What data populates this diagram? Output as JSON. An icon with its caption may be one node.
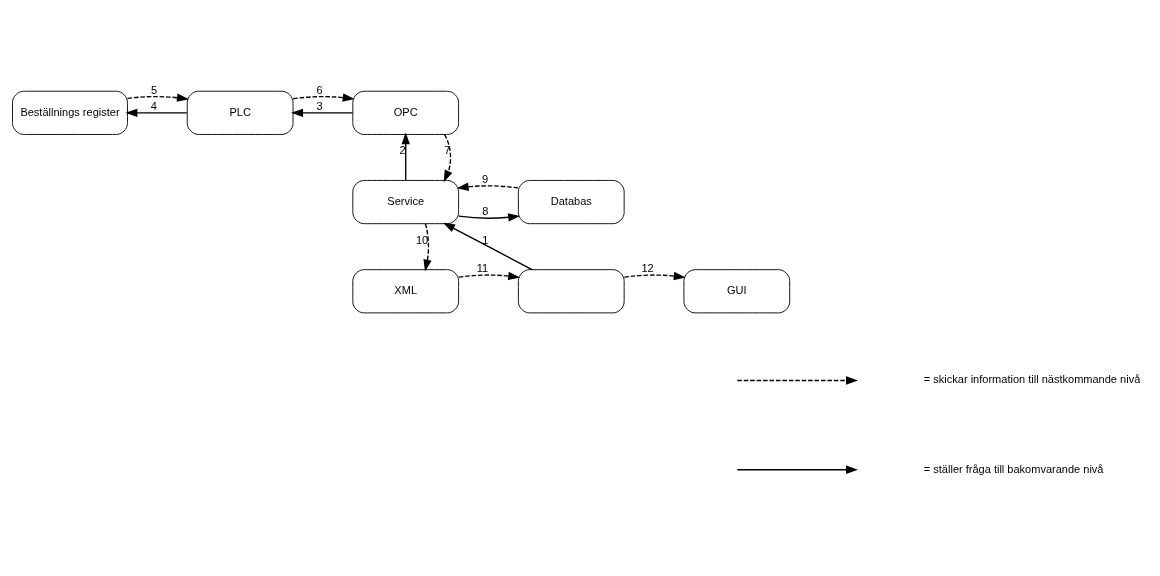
{
  "diagram": {
    "nodes": [
      {
        "text": [
          "Beställnings register"
        ]
      },
      {
        "text": [
          "PLC"
        ]
      },
      {
        "text": [
          "OPC"
        ]
      },
      {
        "text": [
          "Service"
        ]
      },
      {
        "text": [
          "Databas"
        ]
      },
      {
        "text": [
          "GUI"
        ]
      },
      {
        "text": [],
        "shape": "box"
      },
      {
        "text": [
          "XML"
        ]
      }
    ],
    "edges": [
      {
        "from": 6,
        "to": 3,
        "arrow": "to",
        "label": "1"
      },
      {
        "from": 3,
        "to": 2,
        "arrow": "to",
        "label": "2"
      },
      {
        "from": 2,
        "to": 1,
        "arrow": "to",
        "label": "3"
      },
      {
        "from": 1,
        "to": 0,
        "arrow": "to",
        "label": "4"
      },
      {
        "from": 0,
        "to": 1,
        "arrow": "to",
        "label": "5",
        "style": "dashed"
      },
      {
        "from": 1,
        "to": 2,
        "arrow": "to",
        "label": "6",
        "style": "dashed"
      },
      {
        "from": 2,
        "to": 3,
        "arrow": "to",
        "label": "7",
        "style": "dashed"
      },
      {
        "from": 3,
        "to": 4,
        "arrow": "to",
        "label": "8"
      },
      {
        "from": 4,
        "to": 3,
        "arrow": "to",
        "label": "9",
        "style": "dashed"
      },
      {
        "from": 3,
        "to": 7,
        "arrow": "to",
        "label": "10",
        "style": "dashed"
      },
      {
        "from": 7,
        "to": 6,
        "arrow": "to",
        "label": "11",
        "style": "dashed"
      },
      {
        "from": 6,
        "to": 5,
        "arrow": "to",
        "label": "12",
        "style": "dashed"
      }
    ],
    "legend": [
      {
        "text": "= skickar information till nästkommande nivå"
      },
      {
        "text": "= ställer fråga till bakomvarande nivå"
      }
    ]
  }
}
